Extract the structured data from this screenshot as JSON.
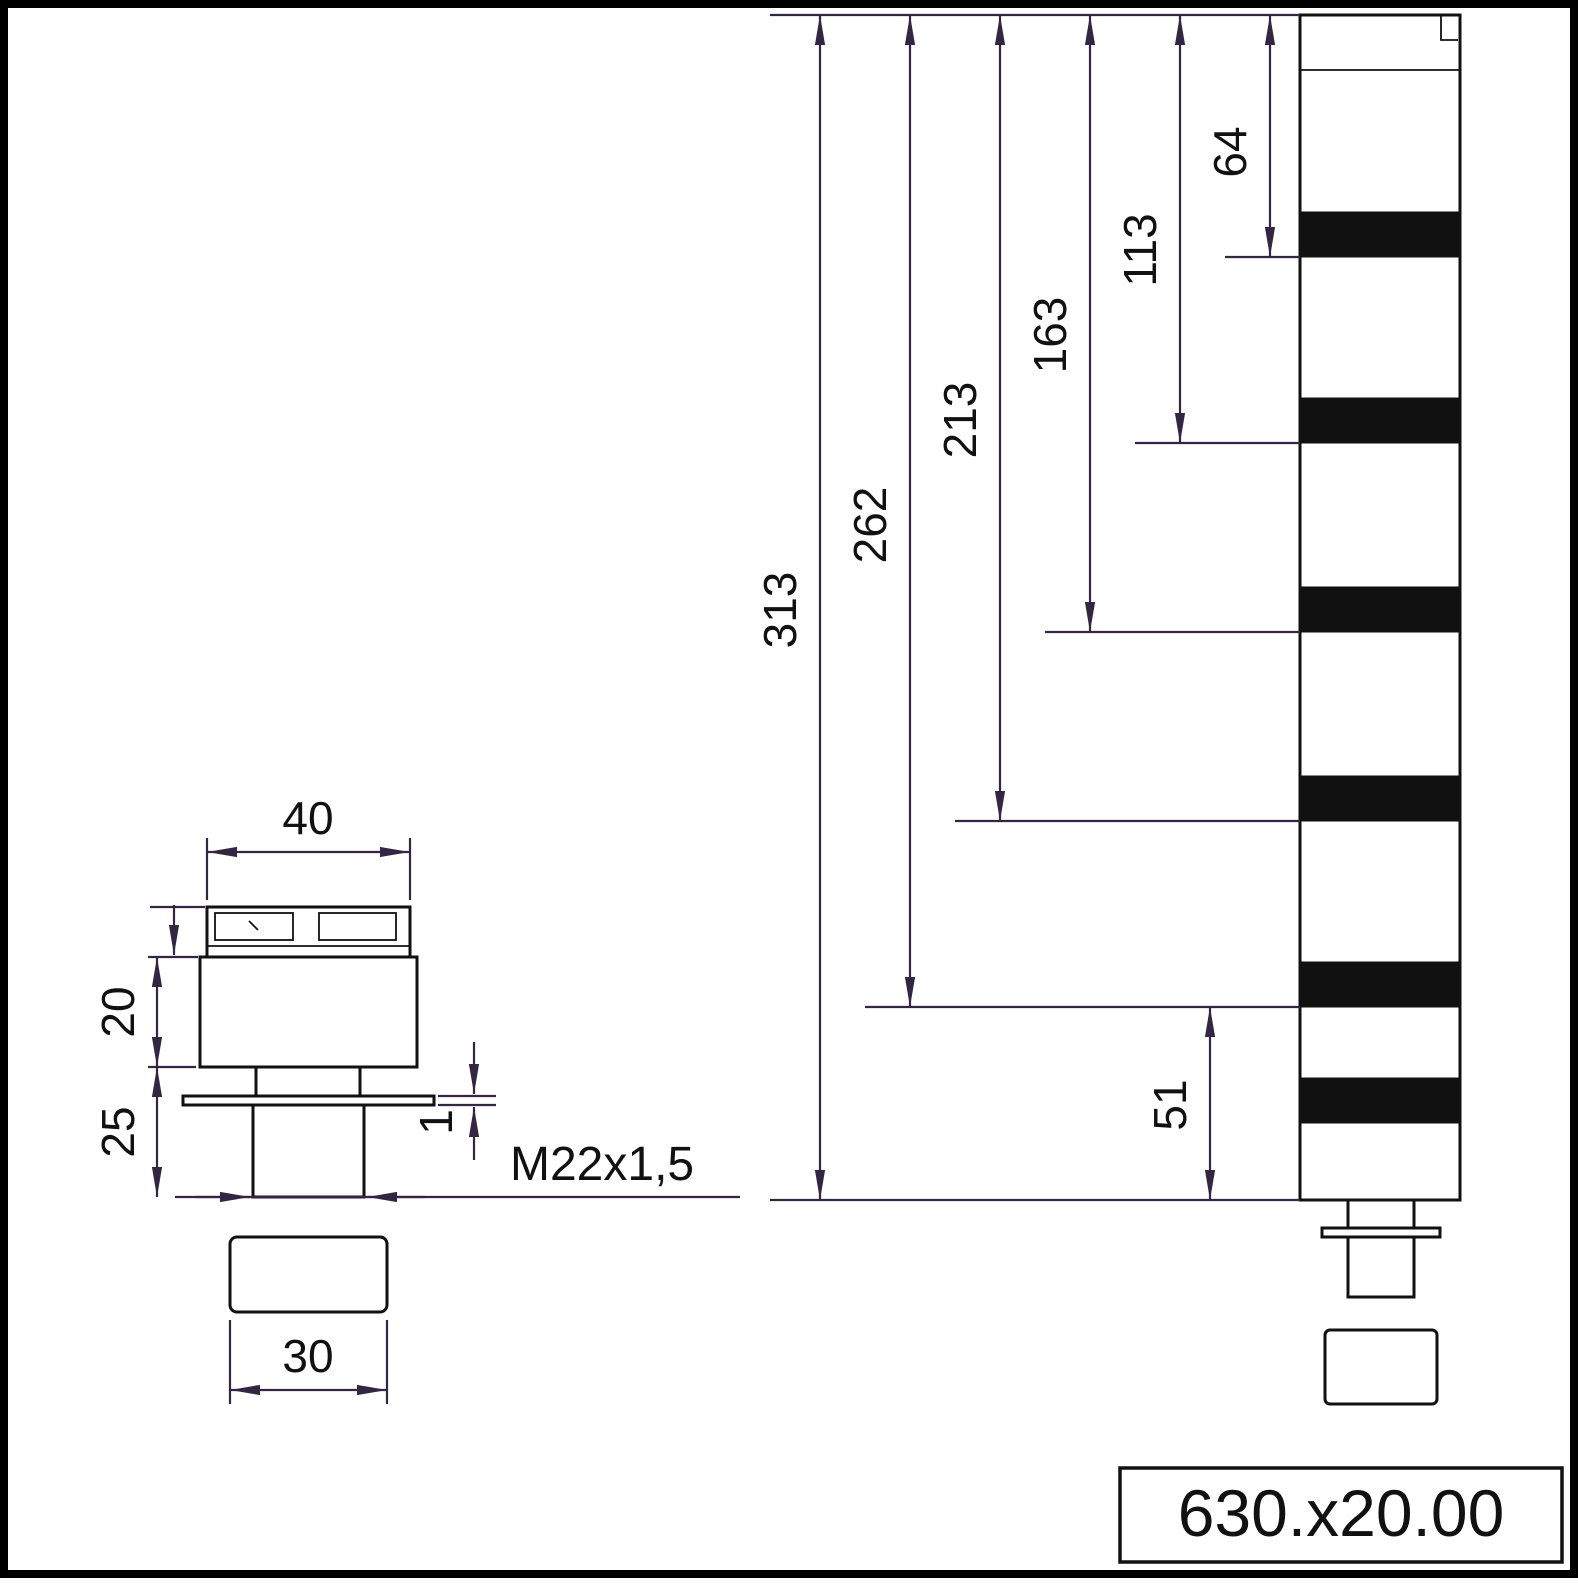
{
  "drawing_type": "technical-dimension-drawing",
  "colors": {
    "geometry": "#111111",
    "dimension": "#342643",
    "band_fill": "#111111",
    "background": "#ffffff"
  },
  "left_view": {
    "thread_label": "M22x1,5",
    "dims": {
      "top_width": "40",
      "housing_height": "20",
      "thread_length": "25",
      "flange_thickness": "1",
      "nut_width": "30"
    }
  },
  "right_view": {
    "dims": {
      "overall_height": "313",
      "to_base_top": "262",
      "to_junction_4": "213",
      "to_junction_3": "163",
      "to_junction_2": "113",
      "to_junction_1": "64",
      "base_height": "51"
    }
  },
  "title_block": {
    "model_number": "630.x20.00"
  }
}
